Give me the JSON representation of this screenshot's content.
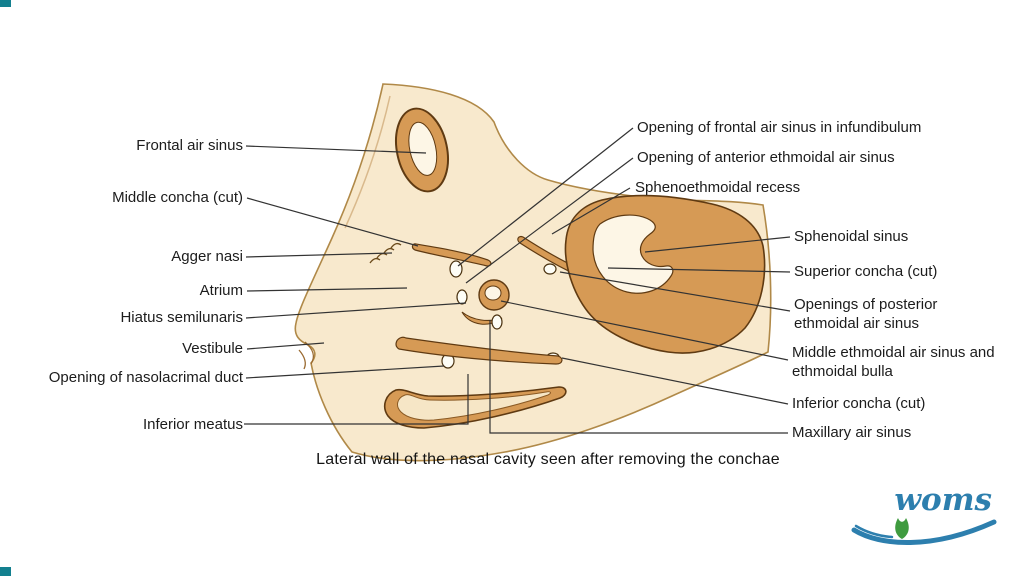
{
  "diagram": {
    "caption": "Lateral wall of the nasal cavity seen after removing the conchae",
    "left_labels": [
      {
        "id": "frontal-air-sinus",
        "text": "Frontal air sinus"
      },
      {
        "id": "middle-concha-cut",
        "text": "Middle concha (cut)"
      },
      {
        "id": "agger-nasi",
        "text": "Agger nasi"
      },
      {
        "id": "atrium",
        "text": "Atrium"
      },
      {
        "id": "hiatus-semilunaris",
        "text": "Hiatus semilunaris"
      },
      {
        "id": "vestibule",
        "text": "Vestibule"
      },
      {
        "id": "opening-of-nasolacrimal-duct",
        "text": "Opening of nasolacrimal duct"
      },
      {
        "id": "inferior-meatus",
        "text": "Inferior meatus"
      }
    ],
    "right_labels": [
      {
        "id": "opening-of-frontal-air-sinus-in-infundibulum",
        "text": "Opening of frontal air sinus in infundibulum"
      },
      {
        "id": "opening-of-anterior-ethmoidal-air-sinus",
        "text": "Opening of anterior ethmoidal air sinus"
      },
      {
        "id": "sphenoethmoidal-recess",
        "text": "Sphenoethmoidal recess"
      },
      {
        "id": "sphenoidal-sinus",
        "text": "Sphenoidal sinus"
      },
      {
        "id": "superior-concha-cut",
        "text": "Superior concha (cut)"
      },
      {
        "id": "openings-of-posterior-ethmoidal-air-sinus",
        "text": "Openings of posterior ethmoidal air sinus"
      },
      {
        "id": "middle-ethmoidal-air-sinus-and-ethmoidal-bulla",
        "text": "Middle ethmoidal air sinus and ethmoidal bulla"
      },
      {
        "id": "inferior-concha-cut",
        "text": "Inferior concha (cut)"
      },
      {
        "id": "maxillary-air-sinus",
        "text": "Maxillary air sinus"
      }
    ]
  },
  "logo": {
    "text": "woms"
  },
  "colors": {
    "cream": "#f8e9cd",
    "tan": "#d69a55",
    "dark_outline": "#5f3a12",
    "leader_line": "#333333",
    "logo_teal": "#2d7fae",
    "logo_green": "#3f9b3f",
    "corner_teal": "#13808f"
  }
}
